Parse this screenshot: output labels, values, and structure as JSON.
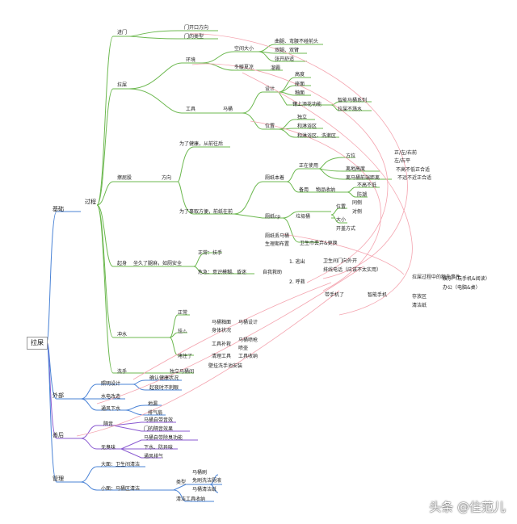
{
  "root": "拉屎",
  "watermark": "头条 @住范儿",
  "colors": {
    "green": "#6cb84f",
    "blue": "#4a83d6",
    "purple": "#8a5ad1",
    "red": "#e05f6e",
    "pink": "#f2a3ae"
  },
  "nodes": {
    "jichu": "基础",
    "guocheng": "过程",
    "waibu": "外部",
    "shuhou": "善后",
    "guanli": "管理",
    "jinmen": "进门",
    "menkai": "门开口方向",
    "menleixing": "门的类型",
    "lashi": "拉屎",
    "huanjing": "环境",
    "kongjian": "空间大小",
    "dongnuan": "冬暖夏凉",
    "qubei": "曲腿、弯腰不碰前头",
    "shuangtui": "双腿、双臂",
    "zhangkai": "张开舒适",
    "liuba": "溜霸",
    "gongju": "工具",
    "matong": "马桶",
    "sheji": "设计",
    "gaodu": "高度",
    "zuomian": "座面",
    "choumian": "釉面",
    "huahuan": "镶上添花功能",
    "zhineng": "智能马桶系列",
    "labu": "拉屎不溅水",
    "weizhi": "位置",
    "duli": "独立",
    "helin": "和淋浴区",
    "helin2": "和淋浴区、洗漱区",
    "capigu": "擦屁股",
    "fangxiang": "方向",
    "jiankang": "为了健康，从前往后",
    "shaoshi": "为了事取方便，前纸在前",
    "zuozheng": "正/左/右前",
    "zuoyou": "左/右平",
    "bugaobudi": "不高不低正合适",
    "buyuanbujin": "不远不近正合适",
    "fangwei": "方位",
    "zhengzai": "正在使用",
    "limian": "离地高度",
    "limatong": "离马桶前端距离",
    "zhijinben": "厕纸本着",
    "beiyong": "备用",
    "wupin": "物品收纳",
    "budibudi": "不高不低",
    "fangchao": "防潮",
    "zhicp": "厕纸cp",
    "lajitong": "垃圾桶",
    "weizhi2": "位置",
    "tongce": "同侧",
    "duimian": "对侧",
    "daxiao": "大小",
    "kaigai": "开盖方式",
    "cezhidiu": "厕纸丢马桶",
    "shengli": "生理期布置",
    "weisheng": "卫生巾丢弃&更换",
    "qishen": "起身",
    "zuojiu": "坐久了腿麻，如厕安全",
    "zhengchang": "正常：扶手",
    "weiji": "危急：意识模糊、昏迷",
    "ziwo": "自我救助",
    "taochu": "1. 逃出",
    "huhan": "2. 呼救",
    "menwai": "卫生间门向外开",
    "paixiang": "排线电话（应该不太实用）",
    "daishouji": "带手机了",
    "zhineng2": "智能手机",
    "ewai": "拉屎过程中的额外事件",
    "yule": "娱乐（玩手机&阅读）",
    "bangong": "办公（电脑&桌）",
    "cunfang": "存放区",
    "qingjie": "清洁纸",
    "chongshui": "冲水",
    "zhengchang2": "正常",
    "guale": "挂⚠",
    "matong2": "马桶釉面",
    "shenti": "身体状况",
    "matongsheji": "马桶设计",
    "gongjubu": "工具补救",
    "penqiang": "马桶喷枪",
    "pengai": "喷壶",
    "dusele": "堵住了",
    "qingli": "清理工具",
    "gongjushou": "工具收纳",
    "xishou": "洗手",
    "dulimatongjian": "独立马桶间",
    "bigua": "壁挂洗手池安装",
    "zhaoming": "照明设计",
    "queren": "确认健康状况",
    "qiye": "起夜时不刺眼",
    "shuidian": "水电改造",
    "tongfeng": "通风下水",
    "dilou": "地漏",
    "paiqi": "排气扇",
    "geyin": "隔音",
    "matongzi": "马桶自带音效",
    "mende": "门的隔音效果",
    "wuchou": "无臭味",
    "matongzidai": "马桶自带除臭功能",
    "xiashui": "下水、防异味",
    "tongfengpai": "通风排气",
    "dawei": "大面：卫生间清洁",
    "xiaowei": "小面：马桶区清洁",
    "leixing": "类型",
    "matongshua": "马桶刷",
    "mianshua": "免刷洗洁厕液",
    "matongjie": "马桶清洁纸",
    "qingjie2": "清洁工具收纳"
  }
}
